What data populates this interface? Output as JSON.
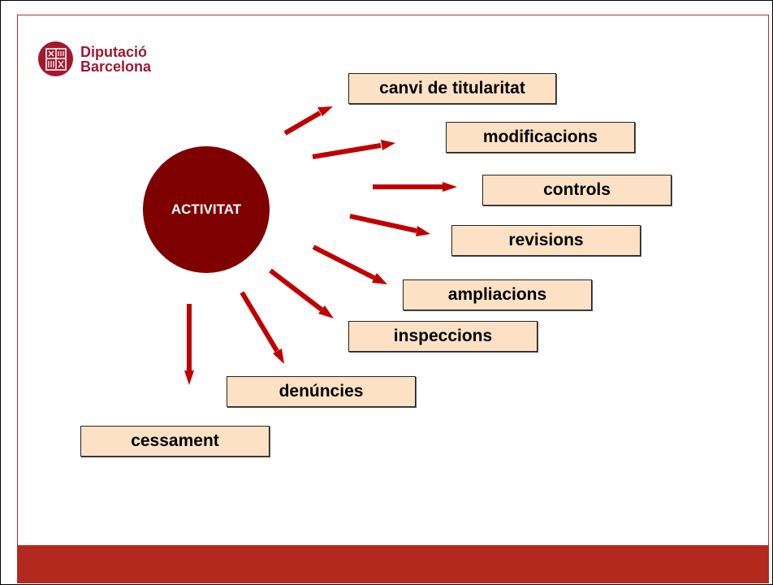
{
  "logo": {
    "line1": "Diputació",
    "line2": "Barcelona",
    "color": "#9c1a33"
  },
  "center": {
    "label": "ACTIVITAT",
    "color": "#7f0000"
  },
  "items": [
    {
      "label": "canvi de titularitat"
    },
    {
      "label": "modificacions"
    },
    {
      "label": "controls"
    },
    {
      "label": "revisions"
    },
    {
      "label": "ampliacions"
    },
    {
      "label": "inspeccions"
    },
    {
      "label": "denúncies"
    },
    {
      "label": "cessament"
    }
  ],
  "colors": {
    "arrow": "#cc0000",
    "box_fill": "#fde1c5",
    "footer": "#b3291d"
  }
}
